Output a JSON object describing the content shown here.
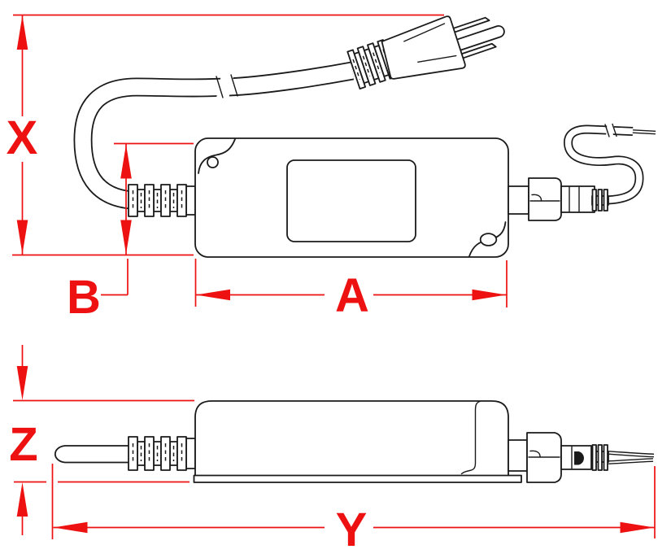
{
  "dimensions": {
    "x": {
      "label": "X"
    },
    "b": {
      "label": "B"
    },
    "a": {
      "label": "A"
    },
    "y": {
      "label": "Y"
    },
    "z": {
      "label": "Z"
    }
  },
  "colors": {
    "dimension_accent": "#ee1111",
    "line": "#1a1a1a",
    "background": "#ffffff"
  }
}
